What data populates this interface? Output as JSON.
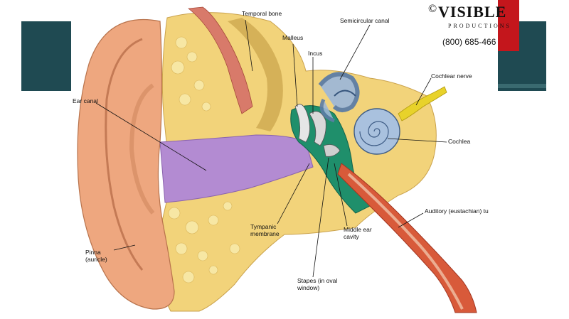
{
  "watermark": {
    "copyright_symbol": "©",
    "brand": "VISIBLE",
    "sub": "PRODUCTIONS",
    "phone": "(800) 685-466"
  },
  "labels": {
    "temporal_bone": "Temporal bone",
    "semicircular_canal": "Semicircular canal",
    "malleus": "Malleus",
    "incus": "Incus",
    "cochlear_nerve": "Cochlear nerve",
    "ear_canal": "Ear canal",
    "cochlea": "Cochlea",
    "auditory_tube": "Auditory (eustachian) tu",
    "tympanic_membrane": "Tympanic membrane",
    "middle_ear_cavity": "Middle ear cavity",
    "pinna": "Pinna (auricle)",
    "stapes": "Stapes (in oval window)"
  },
  "colors": {
    "band": "#1f4a52",
    "accent_red": "#c4161c",
    "skin": "#eea77f",
    "bone": "#f2d37a",
    "canal": "#b38bd2",
    "middle_ear": "#1f8f6b",
    "inner_ear": "#9fb8d6",
    "tube": "#d85a3a"
  }
}
